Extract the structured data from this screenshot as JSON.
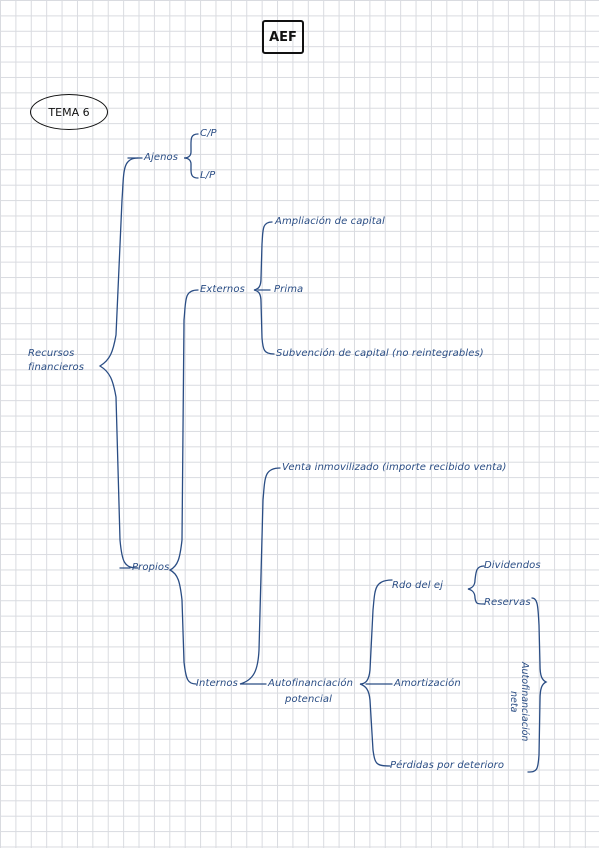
{
  "header": {
    "title": "AEF",
    "topic": "TEMA 6"
  },
  "tree": {
    "root": [
      "Recursos",
      "financieros"
    ],
    "ajenos": "Ajenos",
    "cp": "C/P",
    "lp": "L/P",
    "propios": "Propios",
    "externos": "Externos",
    "ampliacion": "Ampliación de capital",
    "prima": "Prima",
    "subvencion": "Subvención de capital (no reintegrables)",
    "internos": "Internos",
    "venta": "Venta inmovilizado (importe recibido venta)",
    "autofin_potencial": [
      "Autofinanciación",
      "potencial"
    ],
    "rdo": "Rdo del ej",
    "dividendos": "Dividendos",
    "reservas": "Reservas",
    "amortizacion": "Amortización",
    "perdidas": "Pérdidas por deterioro",
    "autofin_neta": [
      "Autofinanciación",
      "neta"
    ]
  },
  "colors": {
    "ink": "#2a4d84",
    "title_ink": "#111111",
    "grid": "#d9dbe0"
  }
}
